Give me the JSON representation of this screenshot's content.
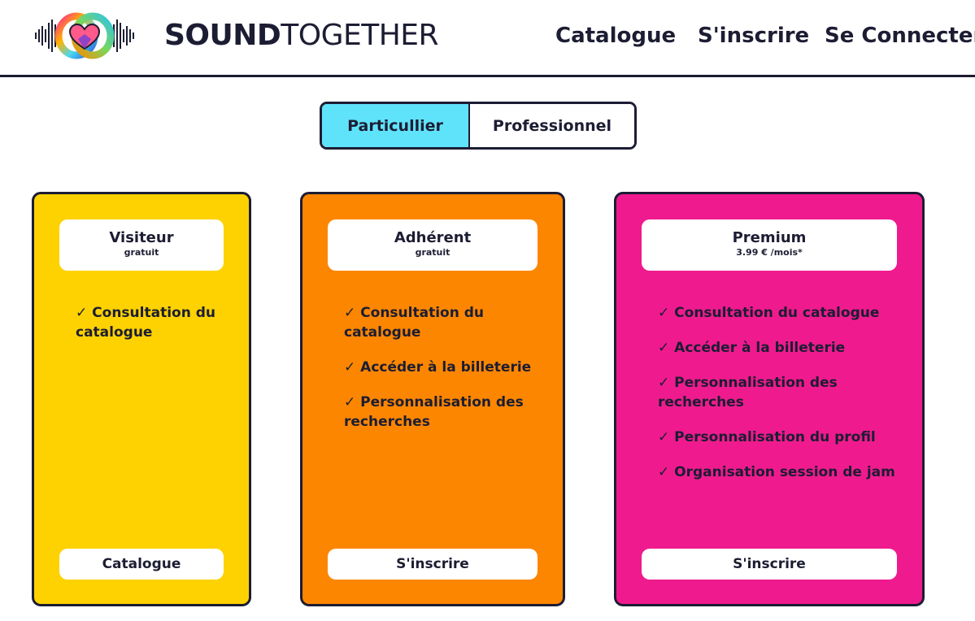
{
  "header": {
    "brand_bold": "SOUND",
    "brand_light": "TOGETHER",
    "nav": {
      "catalogue": "Catalogue",
      "signup": "S'inscrire",
      "login": "Se Connecter"
    }
  },
  "toggle": {
    "particulier": "Particullier",
    "professionnel": "Professionnel",
    "active": "particulier",
    "active_color": "#5fe3fb"
  },
  "plans": [
    {
      "name": "Visiteur",
      "price": "gratuit",
      "color": "#fdd200",
      "features": [
        "✓ Consultation du catalogue"
      ],
      "cta": "Catalogue"
    },
    {
      "name": "Adhérent",
      "price": "gratuit",
      "color": "#fd8600",
      "features": [
        "✓ Consultation du catalogue",
        "✓ Accéder à la billeterie",
        "✓ Personnalisation des recherches"
      ],
      "cta": "S'inscrire"
    },
    {
      "name": "Premium",
      "price": "3.99 € /mois*",
      "color": "#ef1b8e",
      "features": [
        "✓ Consultation du catalogue",
        "✓ Accéder à la billeterie",
        "✓ Personnalisation des recherches",
        "✓ Personnalisation du profil",
        "✓ Organisation session de jam"
      ],
      "cta": "S'inscrire"
    }
  ],
  "icons": {
    "logo": "soundwave-heart-logo-icon"
  }
}
